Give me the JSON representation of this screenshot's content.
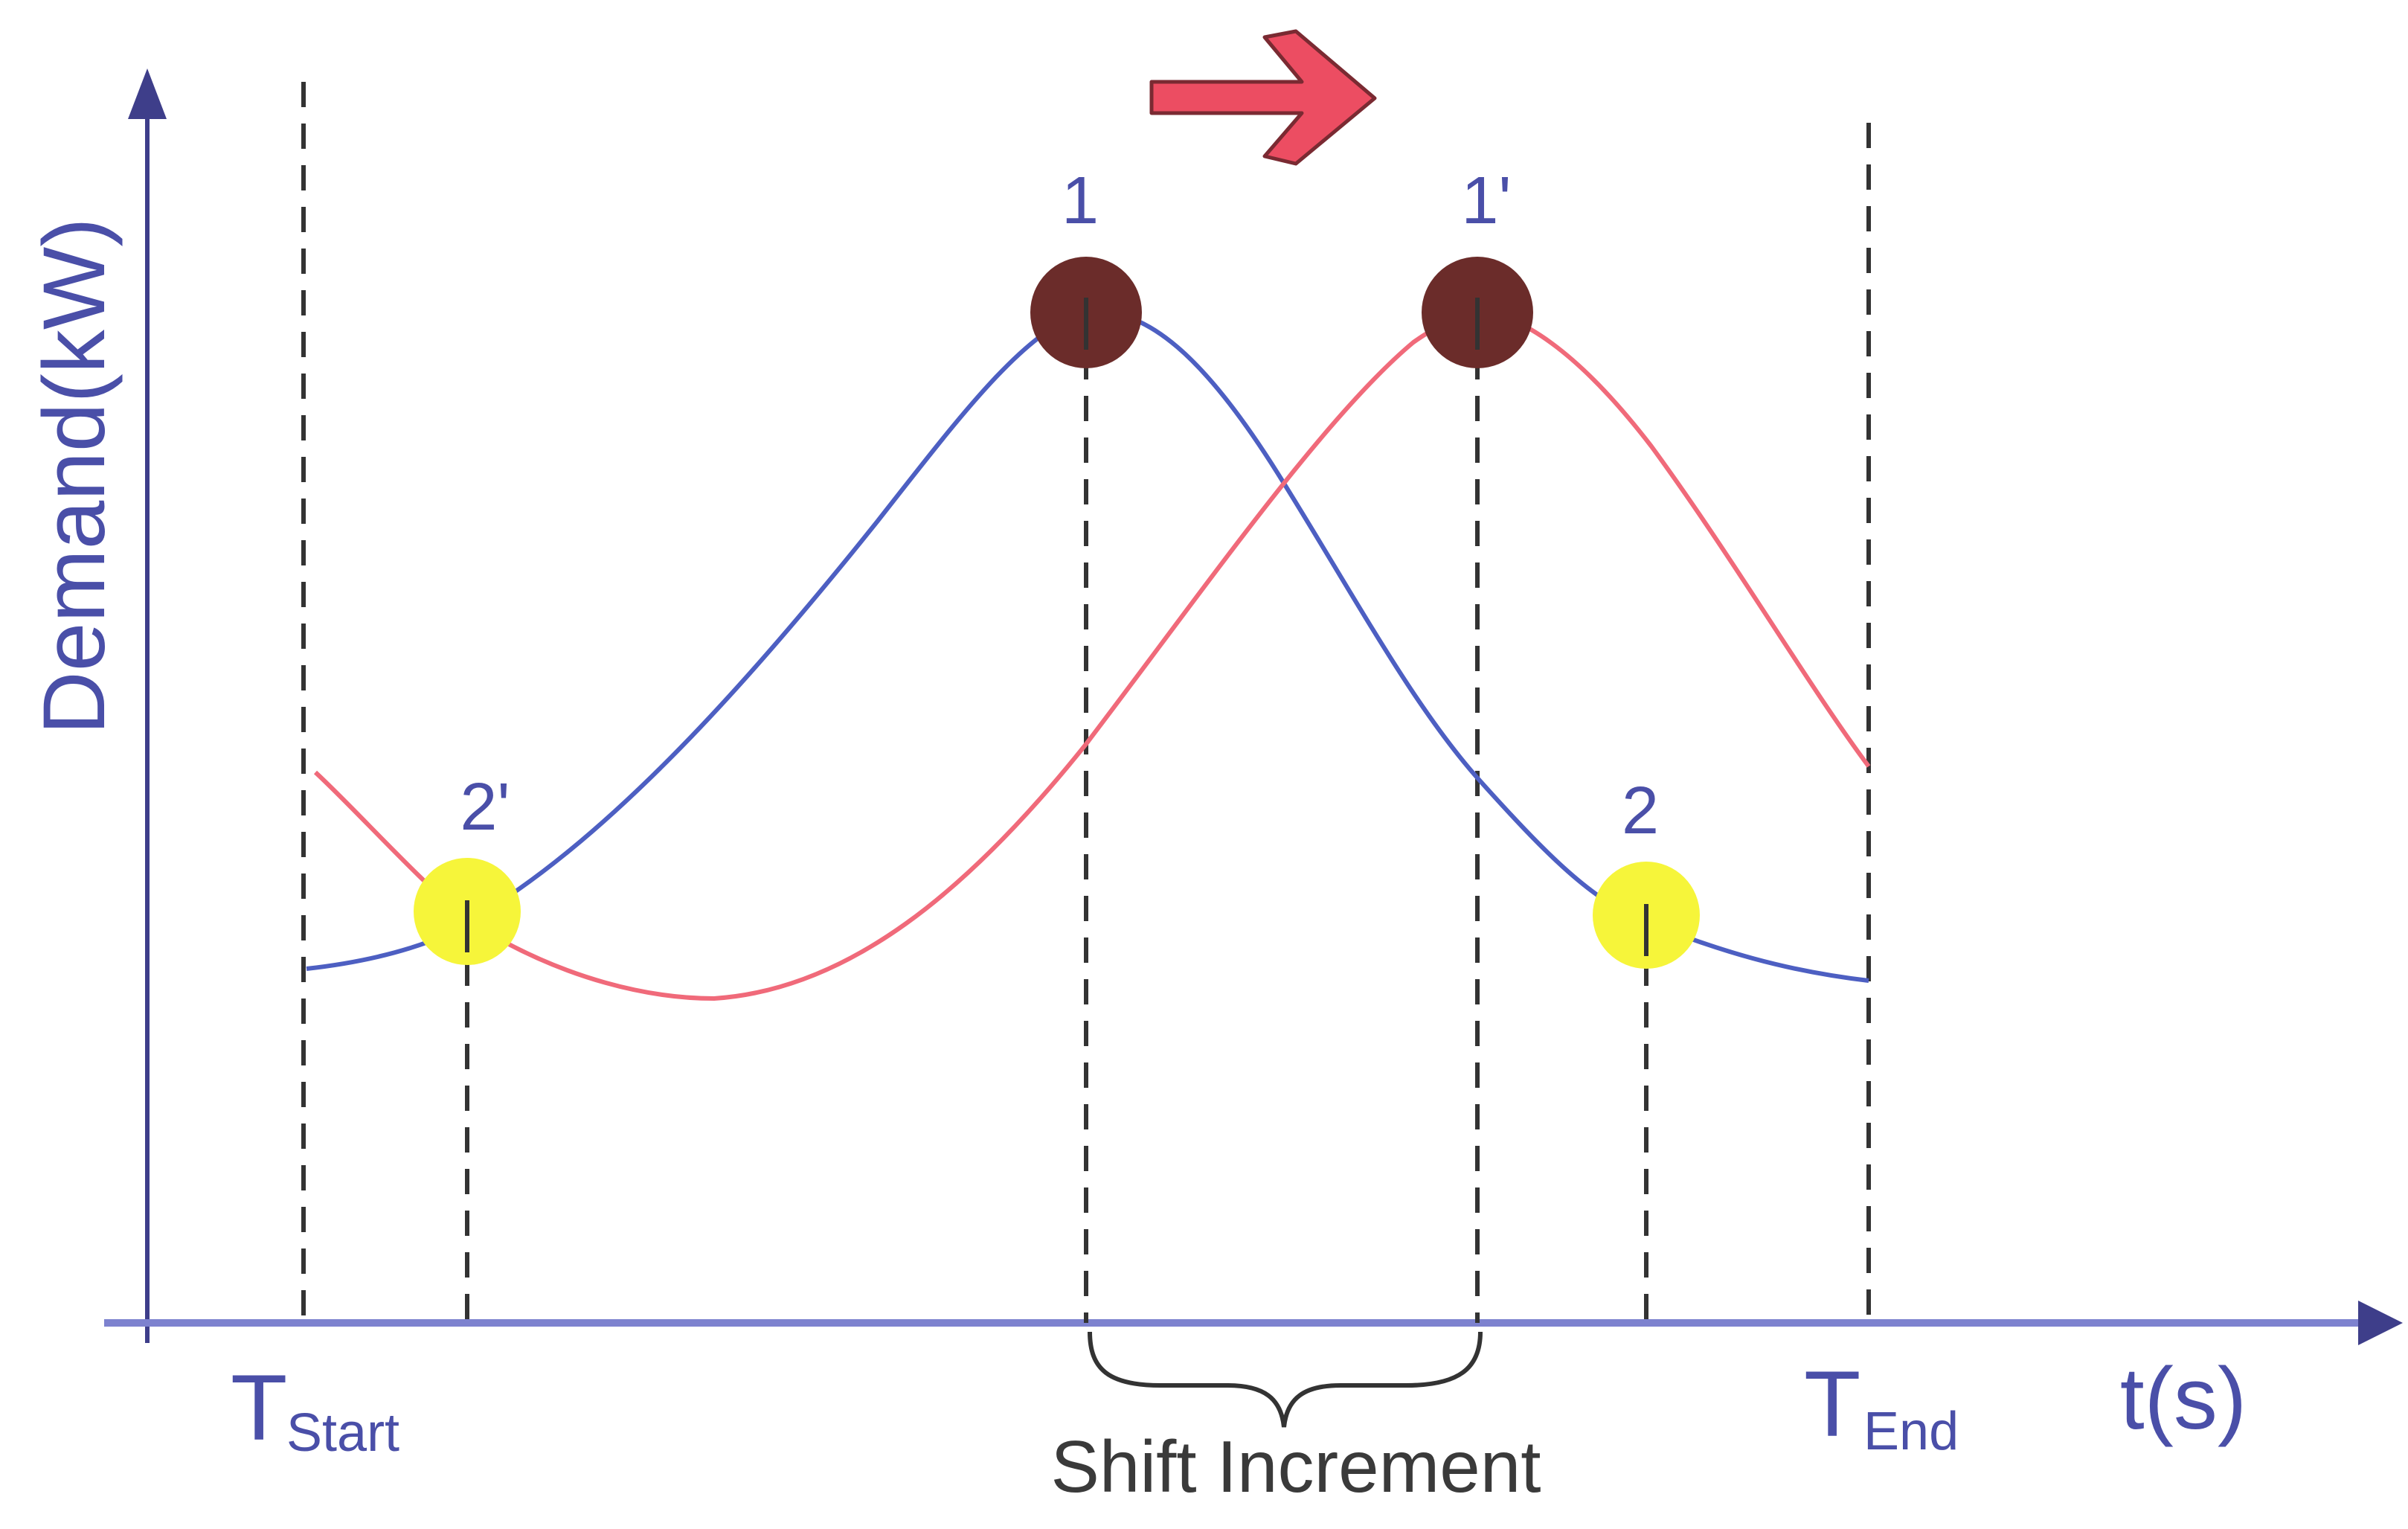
{
  "diagram": {
    "y_axis_label": "Demand(kW)",
    "x_axis_label": "t(s)",
    "t_start": {
      "main": "T",
      "sub": "Start"
    },
    "t_end": {
      "main": "T",
      "sub": "End"
    },
    "shift_label": "Shift Increment",
    "points": {
      "p1": "1",
      "p1_shifted": "1'",
      "p2": "2",
      "p2_shifted": "2'"
    },
    "colors": {
      "axis": "#3e3e8a",
      "x_axis": "#7d82cf",
      "original_curve": "#4d5fc2",
      "shifted_curve": "#f06a7a",
      "peak_marker": "#6b2c2a",
      "valley_marker": "#f6f53a",
      "shift_arrow": "#ec4d62",
      "label_blue": "#4a4fa8",
      "dashed_line": "#333333"
    }
  }
}
